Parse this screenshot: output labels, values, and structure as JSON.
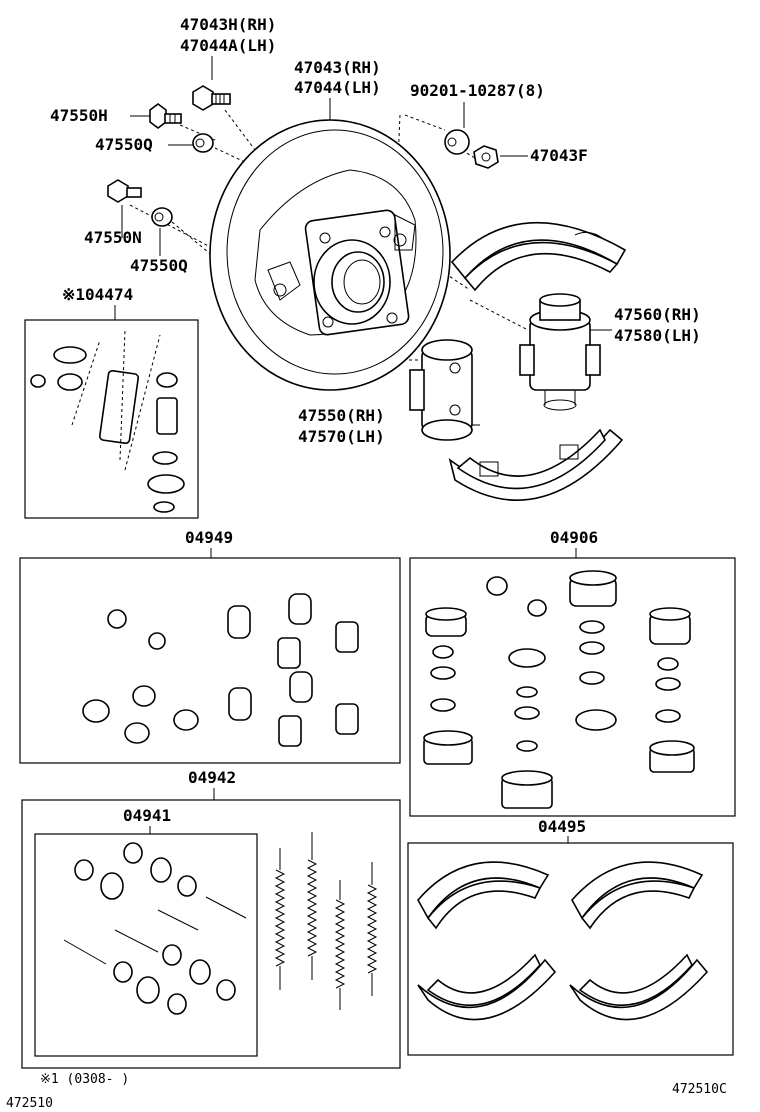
{
  "labels": {
    "p47043h": "47043H(RH)",
    "p47044a": "47044A(LH)",
    "p47043": "47043(RH)",
    "p47044": "47044(LH)",
    "p90201": "90201-10287(8)",
    "p47550h": "47550H",
    "p47550q_top": "47550Q",
    "p47043f": "47043F",
    "p47550n": "47550N",
    "p47550q_mid": "47550Q",
    "p04474": "※104474",
    "p47560": "47560(RH)",
    "p47580": "47580(LH)",
    "p47550": "47550(RH)",
    "p47570": "47570(LH)",
    "p04949": "04949",
    "p04906": "04906",
    "p04942": "04942",
    "p04941": "04941",
    "p04495": "04495"
  },
  "footer": {
    "note": "※1 (0308-    )",
    "code_right": "472510C",
    "code_left": "472510"
  }
}
